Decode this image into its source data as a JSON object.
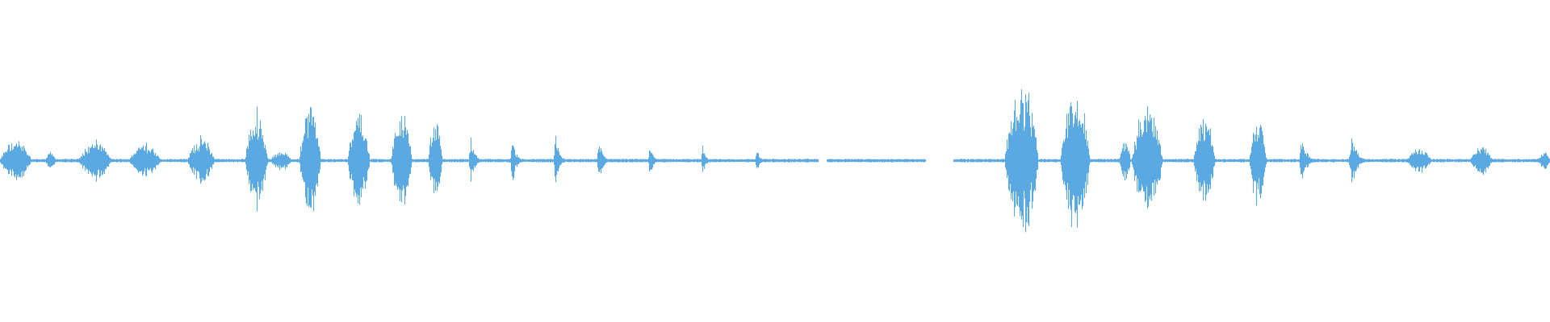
{
  "waveform": {
    "color": "#5aa9e3",
    "background": "#ffffff",
    "duration_fraction_segments": [
      {
        "start": 0.0,
        "end": 0.022,
        "peak": 0.12,
        "shape": "burst"
      },
      {
        "start": 0.029,
        "end": 0.036,
        "peak": 0.05,
        "shape": "blip"
      },
      {
        "start": 0.05,
        "end": 0.072,
        "peak": 0.12,
        "shape": "bell"
      },
      {
        "start": 0.083,
        "end": 0.104,
        "peak": 0.1,
        "shape": "bell"
      },
      {
        "start": 0.121,
        "end": 0.14,
        "peak": 0.14,
        "shape": "burst"
      },
      {
        "start": 0.158,
        "end": 0.174,
        "peak": 0.3,
        "shape": "burst"
      },
      {
        "start": 0.174,
        "end": 0.188,
        "peak": 0.06,
        "shape": "bell"
      },
      {
        "start": 0.193,
        "end": 0.208,
        "peak": 0.35,
        "shape": "burst"
      },
      {
        "start": 0.224,
        "end": 0.24,
        "peak": 0.28,
        "shape": "burst"
      },
      {
        "start": 0.252,
        "end": 0.267,
        "peak": 0.28,
        "shape": "burst"
      },
      {
        "start": 0.276,
        "end": 0.286,
        "peak": 0.24,
        "shape": "burst"
      },
      {
        "start": 0.302,
        "end": 0.312,
        "peak": 0.15,
        "shape": "spike"
      },
      {
        "start": 0.329,
        "end": 0.338,
        "peak": 0.16,
        "shape": "spike"
      },
      {
        "start": 0.357,
        "end": 0.366,
        "peak": 0.16,
        "shape": "spike"
      },
      {
        "start": 0.385,
        "end": 0.394,
        "peak": 0.14,
        "shape": "spike"
      },
      {
        "start": 0.418,
        "end": 0.426,
        "peak": 0.11,
        "shape": "spike"
      },
      {
        "start": 0.452,
        "end": 0.459,
        "peak": 0.12,
        "shape": "spike"
      },
      {
        "start": 0.487,
        "end": 0.495,
        "peak": 0.07,
        "shape": "spike"
      },
      {
        "start": 0.648,
        "end": 0.672,
        "peak": 0.45,
        "shape": "burst"
      },
      {
        "start": 0.684,
        "end": 0.705,
        "peak": 0.42,
        "shape": "burst"
      },
      {
        "start": 0.722,
        "end": 0.73,
        "peak": 0.12,
        "shape": "burst"
      },
      {
        "start": 0.73,
        "end": 0.752,
        "peak": 0.33,
        "shape": "burst"
      },
      {
        "start": 0.77,
        "end": 0.785,
        "peak": 0.28,
        "shape": "burst"
      },
      {
        "start": 0.806,
        "end": 0.818,
        "peak": 0.27,
        "shape": "burst"
      },
      {
        "start": 0.838,
        "end": 0.85,
        "peak": 0.16,
        "shape": "spike"
      },
      {
        "start": 0.87,
        "end": 0.883,
        "peak": 0.17,
        "shape": "spike"
      },
      {
        "start": 0.907,
        "end": 0.924,
        "peak": 0.07,
        "shape": "bell"
      },
      {
        "start": 0.948,
        "end": 0.963,
        "peak": 0.08,
        "shape": "bell"
      },
      {
        "start": 0.992,
        "end": 1.0,
        "peak": 0.05,
        "shape": "bell"
      }
    ],
    "silent_ranges": [
      {
        "start": 0.528,
        "end": 0.533
      },
      {
        "start": 0.597,
        "end": 0.615
      }
    ]
  }
}
